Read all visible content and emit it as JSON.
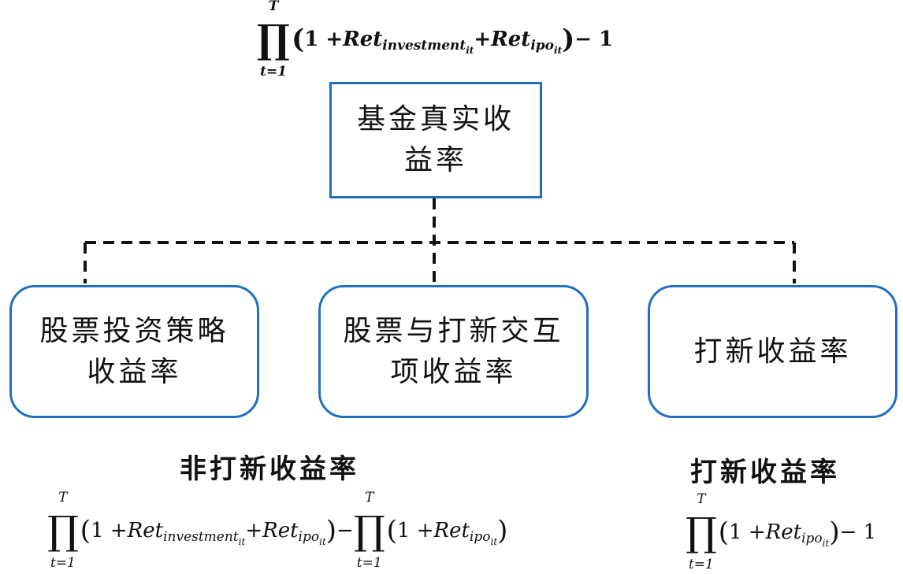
{
  "colors": {
    "box_border": "#1f6fbf",
    "connector": "#111111"
  },
  "top_formula": {
    "upper": "T",
    "lower": "t=1",
    "prod": "∏",
    "open": "(",
    "one": "1 + ",
    "ret1": "Ret",
    "sub1": "investment",
    "subsub1": "it",
    "plus": " + ",
    "ret2": "Ret",
    "sub2": "ipo",
    "subsub2": "it",
    "close": ")",
    "tail": " − 1"
  },
  "root": {
    "line1": "基金真实收",
    "line2": "益率"
  },
  "children": [
    {
      "line1": "股票投资策略",
      "line2": "收益率"
    },
    {
      "line1": "股票与打新交互",
      "line2": "项收益率"
    },
    {
      "line1": "打新收益率",
      "line2": ""
    }
  ],
  "left_label": "非打新收益率",
  "right_label": "打新收益率",
  "left_formula": {
    "upper": "T",
    "lower": "t=1",
    "prod": "∏",
    "open": "(",
    "one": "1 + ",
    "ret1": "Ret",
    "sub1": "investment",
    "subsub1": "it",
    "plus": " + ",
    "ret2": "Ret",
    "sub2": "ipo",
    "subsub2": "it",
    "close": ")",
    "minus": " − ",
    "upper2": "T",
    "lower2": "t=1",
    "open2": "(",
    "one2": "1 + ",
    "ret3": "Ret",
    "sub3": "ipo",
    "subsub3": "it",
    "close2": ")"
  },
  "right_formula": {
    "upper": "T",
    "lower": "t=1",
    "prod": "∏",
    "open": "(",
    "one": "1 + ",
    "ret": "Ret",
    "sub": "ipo",
    "subsub": "it",
    "close": ")",
    "tail": " − 1"
  }
}
